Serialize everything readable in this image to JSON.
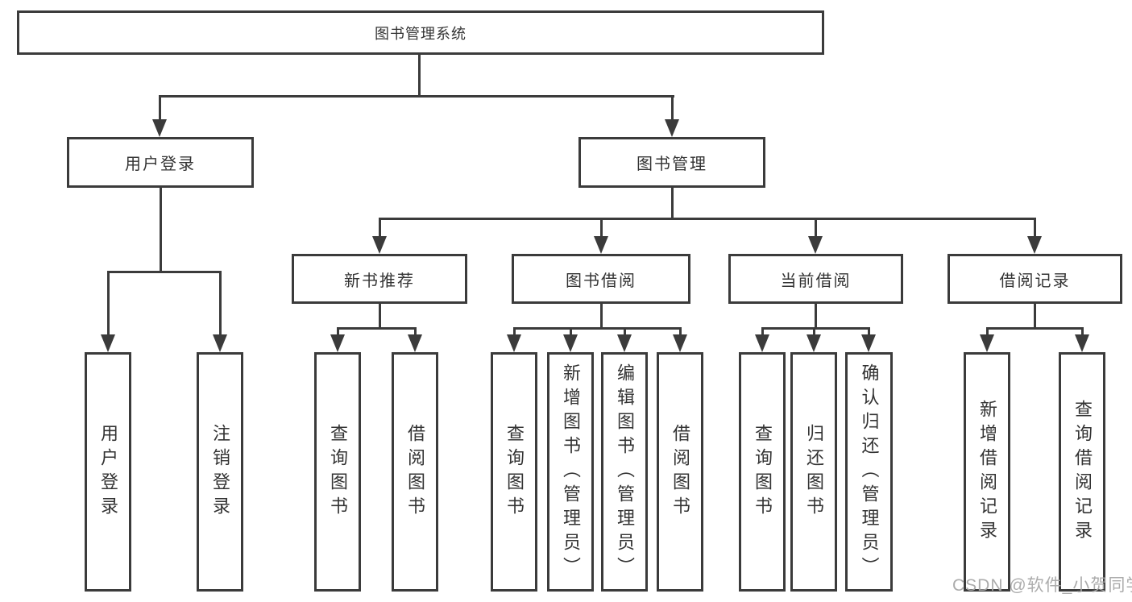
{
  "diagram_type": "function-structure-tree",
  "colors": {
    "background": "#ffffff",
    "line": "#3b3b3b",
    "text": "#333333",
    "watermark": "#a8a8a8"
  },
  "tree": {
    "label": "图书管理系统",
    "children": [
      {
        "label": "用户登录",
        "children": [
          {
            "label": "用户登录"
          },
          {
            "label": "注销登录"
          }
        ]
      },
      {
        "label": "图书管理",
        "children": [
          {
            "label": "新书推荐",
            "children": [
              {
                "label": "查询图书"
              },
              {
                "label": "借阅图书"
              }
            ]
          },
          {
            "label": "图书借阅",
            "children": [
              {
                "label": "查询图书"
              },
              {
                "label": "新增图书（管理员）"
              },
              {
                "label": "编辑图书（管理员）"
              },
              {
                "label": "借阅图书"
              }
            ]
          },
          {
            "label": "当前借阅",
            "children": [
              {
                "label": "查询图书"
              },
              {
                "label": "归还图书"
              },
              {
                "label": "确认归还（管理员）"
              }
            ]
          },
          {
            "label": "借阅记录",
            "children": [
              {
                "label": "新增借阅记录"
              },
              {
                "label": "查询借阅记录"
              }
            ]
          }
        ]
      }
    ]
  },
  "watermark": "CSDN @软件_小贺同学"
}
